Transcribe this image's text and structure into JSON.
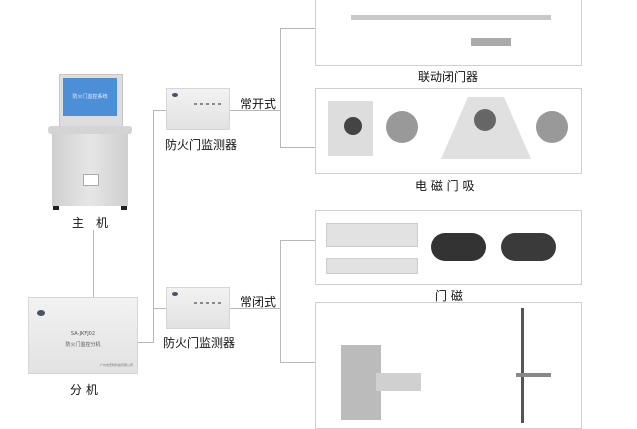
{
  "host": {
    "label": "主　机",
    "screen_text": "防火门监控系统"
  },
  "sub_unit": {
    "label": "分 机",
    "model": "SA-JKFJ02",
    "name": "防火门监控分机",
    "company": "广州市安防科技有限公司"
  },
  "monitors": [
    {
      "label": "防火门监测器",
      "mode": "常开式"
    },
    {
      "label": "防火门监测器",
      "mode": "常闭式"
    }
  ],
  "devices": [
    {
      "label": "联动闭门器"
    },
    {
      "label": "电 磁 门 吸"
    },
    {
      "label": "门 磁"
    }
  ],
  "colors": {
    "line": "#b8b8b8",
    "screen": "#4d8fd6",
    "panel": "#e8e8e8"
  }
}
